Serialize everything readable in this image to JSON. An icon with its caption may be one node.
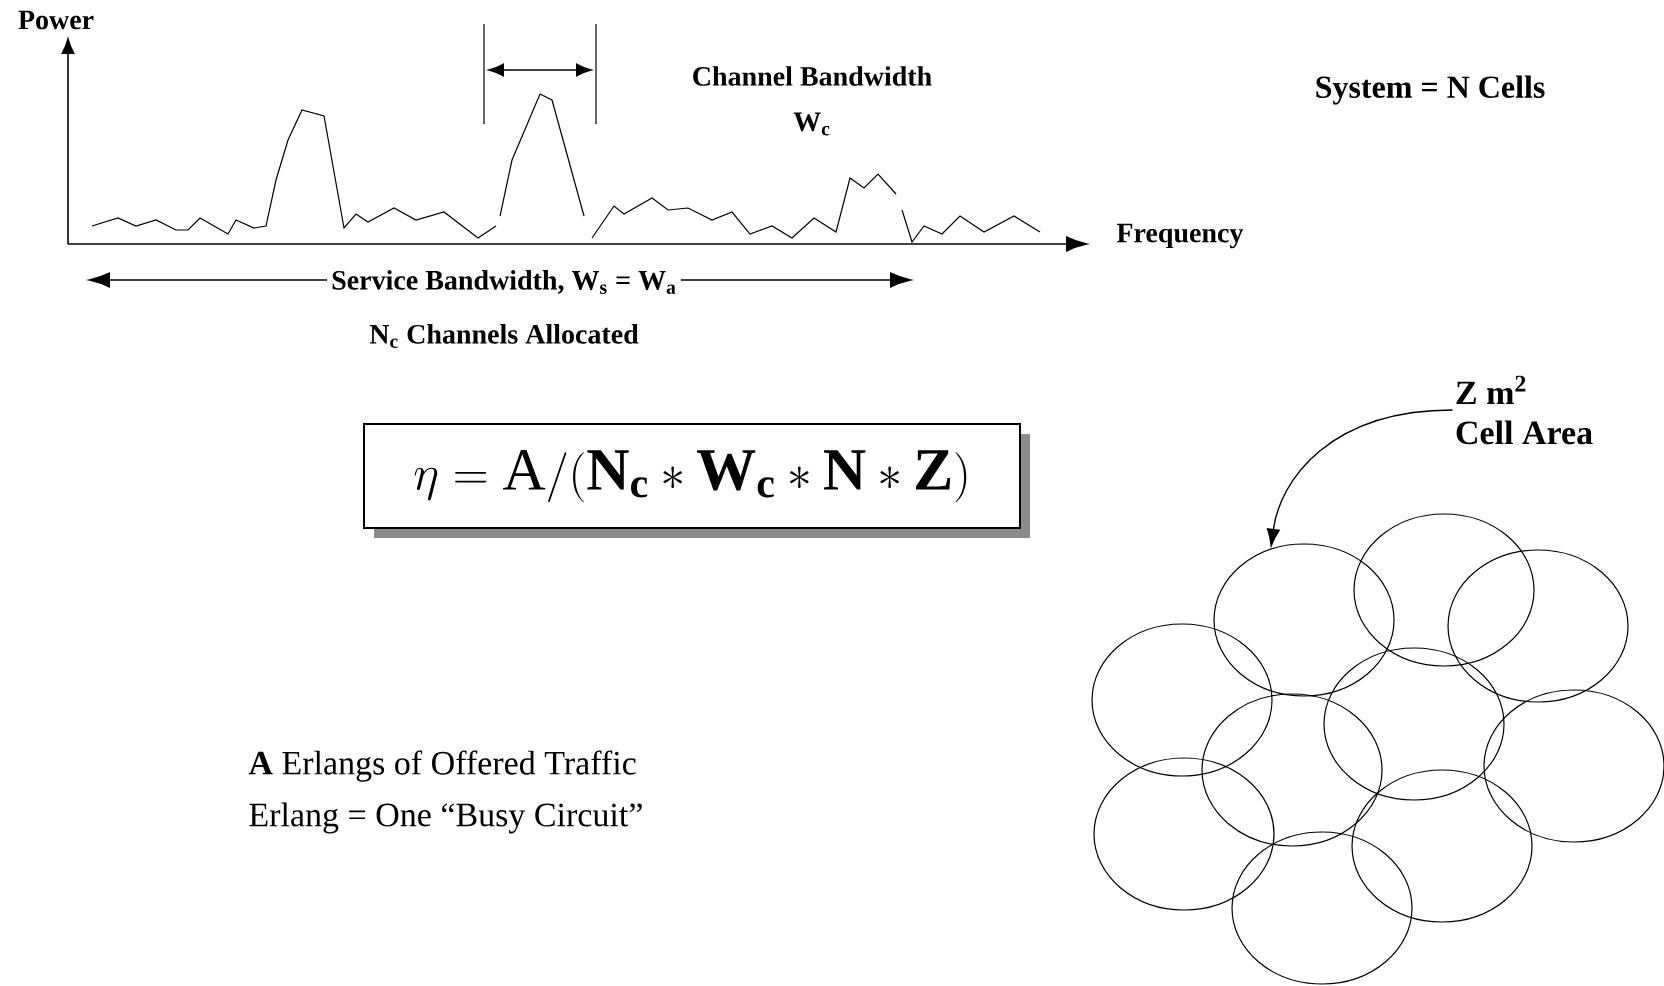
{
  "diagram": {
    "nodes": [
      {
        "text": [
          "\\eta = \\mathrm{A}/(\\mathbf{N_c}*\\mathbf{W_c}*\\mathbf{N}*\\mathbf{Z})"
        ]
      },
      {
        "text": [
          "Z m$^{2}$",
          "Cell Area"
        ]
      },
      {
        "text": [],
        "shape": "circle"
      }
    ],
    "edges": [
      {
        "from": 1,
        "to": 2,
        "arrow": "to"
      }
    ],
    "labels": [
      "Power",
      "Channel Bandwidth",
      "W$_{c}$",
      "System = N Cells",
      "Frequency",
      "Service Bandwidth, W$_{s}$ = W$_{a}$",
      "N$_{c}$ Channels Allocated",
      "**A** Erlangs of Offered Traffic",
      "Erlang = One “Busy Circuit”"
    ]
  }
}
